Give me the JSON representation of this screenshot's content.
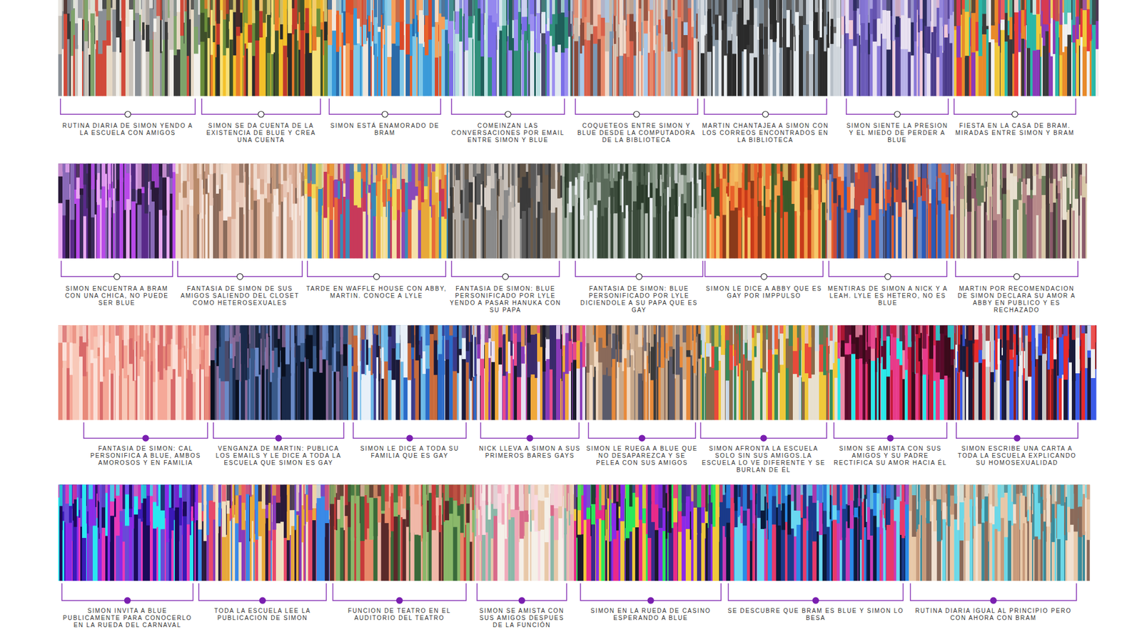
{
  "diagram": {
    "labels": [
      "RUTINA DIARIA DE SIMON YENDO A LA ESCUELA CON AMIGOS",
      "SIMON SE DA CUENTA DE LA EXISTENCIA DE BLUE Y CREA UNA CUENTA",
      "SIMON ESTÁ ENAMORADO DE BRAM",
      "COMEINZAN LAS CONVERSACIONES POR EMAIL ENTRE SIMON Y BLUE",
      "COQUETEOS ENTRE SIMON Y BLUE DESDE LA COMPUTADORA DE LA BIBLIOTECA",
      "MARTIN CHANTAJEA A SIMON CON LOS CORREOS ENCONTRADOS EN LA BIBLIOTECA",
      "SIMON SIENTE LA PRESION Y EL MIEDO DE PERDER A BLUE",
      "FIESTA EN LA CASA DE BRAM. MIRADAS ENTRE SIMON Y BRAM",
      "SIMON ENCUENTRA A BRAM CON UNA CHICA, NO PUEDE SER BLUE",
      "FANTASIA DE SIMON DE SUS AMIGOS SALIENDO DEL CLOSET COMO HETEROSEXUALES",
      "TARDE EN WAFFLE HOUSE CON ABBY, MARTIN. CONOCE A LYLE",
      "FANTASIA DE SIMON: BLUE PERSONIFICADO POR LYLE YENDO A PASAR HANUKA CON SU PAPA",
      "FANTASIA DE SIMON: BLUE PERSONIFICADO POR LYLE DICIENDOLE A SU PAPA QUE ES GAY",
      "SIMON LE DICE A ABBY QUE ES GAY POR IMPPULSO",
      "MENTIRAS DE SIMON A NICK Y A LEAH. LYLE ES HETERO, NO ES BLUE",
      "MARTIN POR RECOMENDACION DE SIMON DECLARA SU AMOR A ABBY EN PUBLICO Y ES RECHAZADO",
      "FANTASIA DE SIMON: CAL PERSONIFICA A BLUE, AMBOS AMOROSOS Y EN FAMILIA",
      "VENGANZA DE MARTIN: PUBLICA LOS EMAILS Y LE DICE A TODA LA ESCUELA QUE SIMON ES GAY",
      "SIMON LE DICE A TODA SU FAMILIA QUE ES GAY",
      "NICK LLEVA A SIMON A SUS PRIMEROS BARES GAYS",
      "SIMON LE RUEGA A BLUE QUE NO DESAPAREZCA Y SE PELEA CON SUS AMIGOS",
      "SIMON AFRONTA LA ESCUELA SOLO SIN SUS AMIGOS.LA ESCUELA LO VE DIFERENTE Y SE BURLAN DE ÉL",
      "SIMON SE AMISTA CON SUS AMIGOS Y SU PADRE RECTIFICA SU AMOR HACIA ÉL",
      "SIMON ESCRIBE UNA CARTA A TODA LA ESCUELA EXPLICANDO SU HOMOSEXUALIDAD",
      "SIMON INVITA A BLUE PUBLICAMENTE PARA CONOCERLO EN LA RUEDA DEL CARNAVAL",
      "TODA LA ESCUELA LEE LA PUBLICACION DE SIMON",
      "FUNCION DE TEATRO EN EL AUDITORIO DEL TEATRO",
      "SIMON SE AMISTA CON SUS AMIGOS DESPUES DE LA FUNCIÓN",
      "SIMON EN LA RUEDA DE CASINO ESPERANDO A BLUE",
      "SE DESCUBRE QUE BRAM ES BLUE Y SIMON LO BESA",
      "RUTINA DIARIA IGUAL AL PRINCIPIO PERO CON AHORA CON BRAM"
    ]
  }
}
